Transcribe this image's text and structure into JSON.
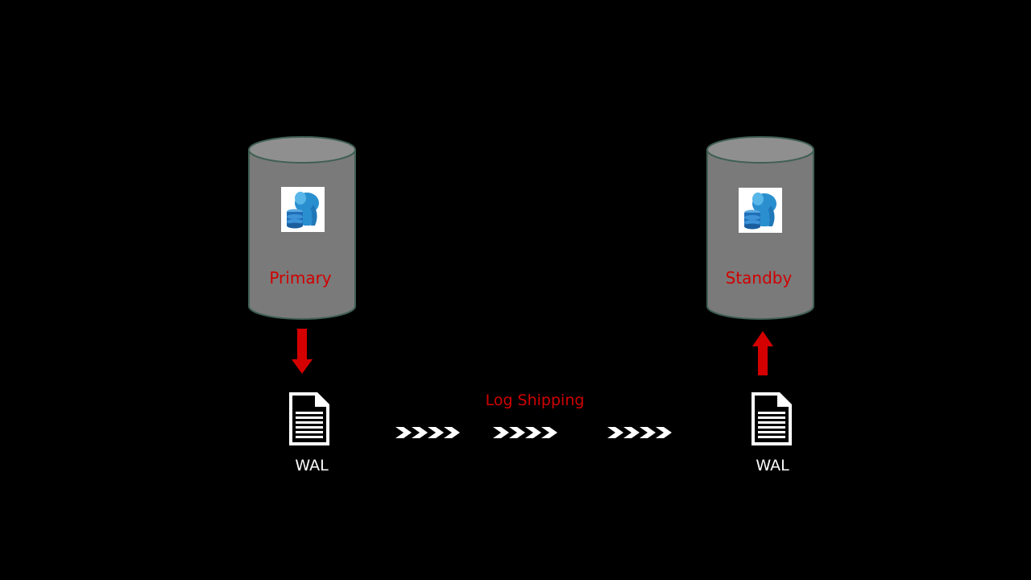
{
  "diagram": {
    "primary": {
      "label": "Primary"
    },
    "standby": {
      "label": "Standby"
    },
    "wal_left": {
      "label": "WAL"
    },
    "wal_right": {
      "label": "WAL"
    },
    "transfer": {
      "label": "Log Shipping"
    },
    "icons": {
      "database": "database-cylinder-icon",
      "logo": "postgresql-elephant-logo",
      "document": "wal-document-icon",
      "arrow": "red-arrow-icon",
      "chevrons": "chevron-arrows-icon"
    },
    "colors": {
      "background": "#000000",
      "cylinder": "#7a7a7a",
      "label_red": "#d10000",
      "arrow_red": "#d40000",
      "text_white": "#ffffff"
    }
  }
}
